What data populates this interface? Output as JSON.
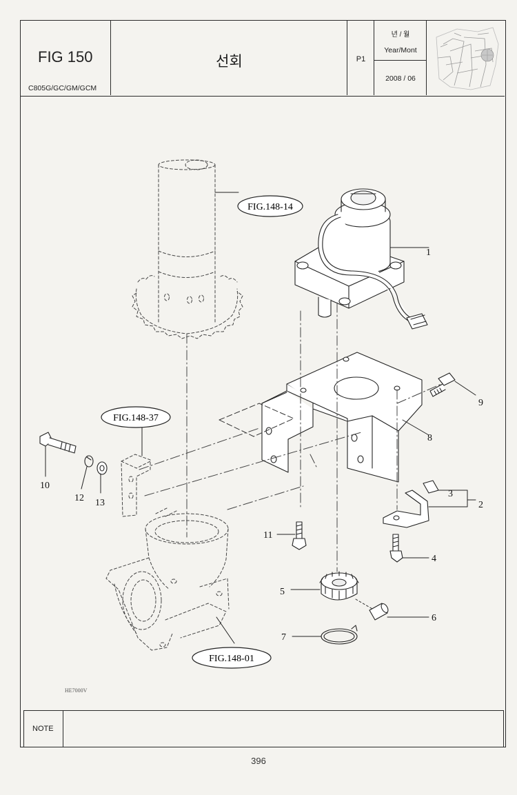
{
  "header": {
    "fig_number": "FIG 150",
    "models": "C805G/GC/GM/GCM",
    "title": "선회",
    "page": "P1",
    "year_month_ko": "년 / 월",
    "year_month_en": "Year/Mont",
    "date": "2008 / 06"
  },
  "drawing": {
    "refs": {
      "fig_148_14": "FIG.148-14",
      "fig_148_37": "FIG.148-37",
      "fig_148_01": "FIG.148-01"
    },
    "callouts": [
      "1",
      "2",
      "3",
      "4",
      "5",
      "6",
      "7",
      "8",
      "9",
      "10",
      "11",
      "12",
      "13"
    ],
    "drawing_code": "HE7000V"
  },
  "note_label": "NOTE",
  "note_text": "",
  "page_number": "396"
}
